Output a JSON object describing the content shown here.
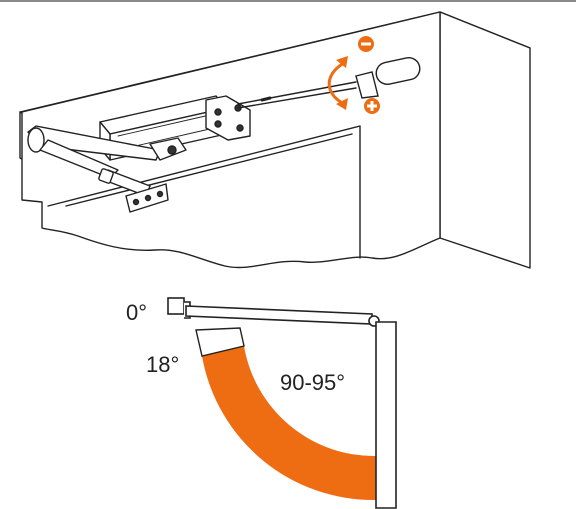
{
  "colors": {
    "accent": "#ee6c12",
    "line": "#222222",
    "fill": "#ffffff",
    "rule": "#8a8a8a"
  },
  "icons": {
    "minus": "minus-icon",
    "plus": "plus-icon",
    "screwdriver": "screwdriver-icon",
    "rotation_arrow": "rotation-arrow-icon"
  },
  "angles": {
    "closed_label": "0°",
    "latch_label": "18°",
    "open_label": "90-95°"
  }
}
